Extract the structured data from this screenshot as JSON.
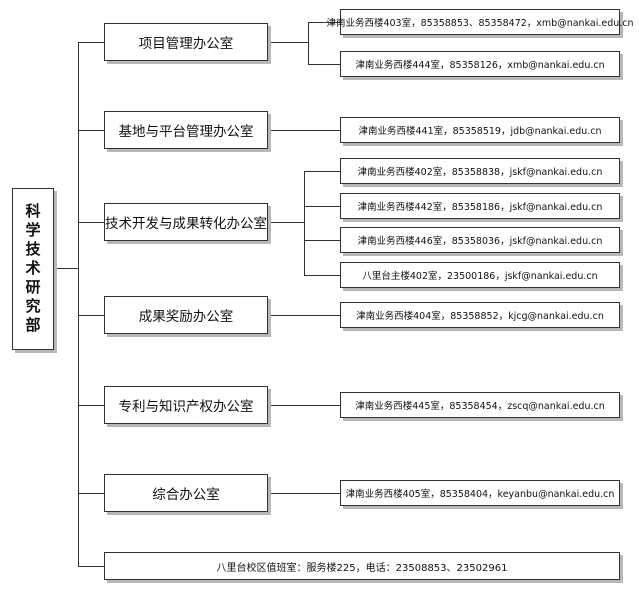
{
  "root": {
    "label": "科学技术研究部"
  },
  "offices": [
    {
      "name": "项目管理办公室",
      "contacts": [
        "津南业务西楼403室，85358853、85358472，xmb@nankai.edu.cn",
        "津南业务西楼444室，85358126，xmb@nankai.edu.cn"
      ]
    },
    {
      "name": "基地与平台管理办公室",
      "contacts": [
        "津南业务西楼441室，85358519，jdb@nankai.edu.cn"
      ]
    },
    {
      "name": "技术开发与成果转化办公室",
      "contacts": [
        "津南业务西楼402室，85358838，jskf@nankai.edu.cn",
        "津南业务西楼442室，85358186，jskf@nankai.edu.cn",
        "津南业务西楼446室，85358036，jskf@nankai.edu.cn",
        "八里台主楼402室，23500186，jskf@nankai.edu.cn"
      ]
    },
    {
      "name": "成果奖励办公室",
      "contacts": [
        "津南业务西楼404室，85358852，kjcg@nankai.edu.cn"
      ]
    },
    {
      "name": "专利与知识产权办公室",
      "contacts": [
        "津南业务西楼445室，85358454，zscq@nankai.edu.cn"
      ]
    },
    {
      "name": "综合办公室",
      "contacts": [
        "津南业务西楼405室，85358404，keyanbu@nankai.edu.cn"
      ]
    }
  ],
  "duty_office": {
    "text": "八里台校区值班室：服务楼225，电话：23508853、23502961"
  }
}
